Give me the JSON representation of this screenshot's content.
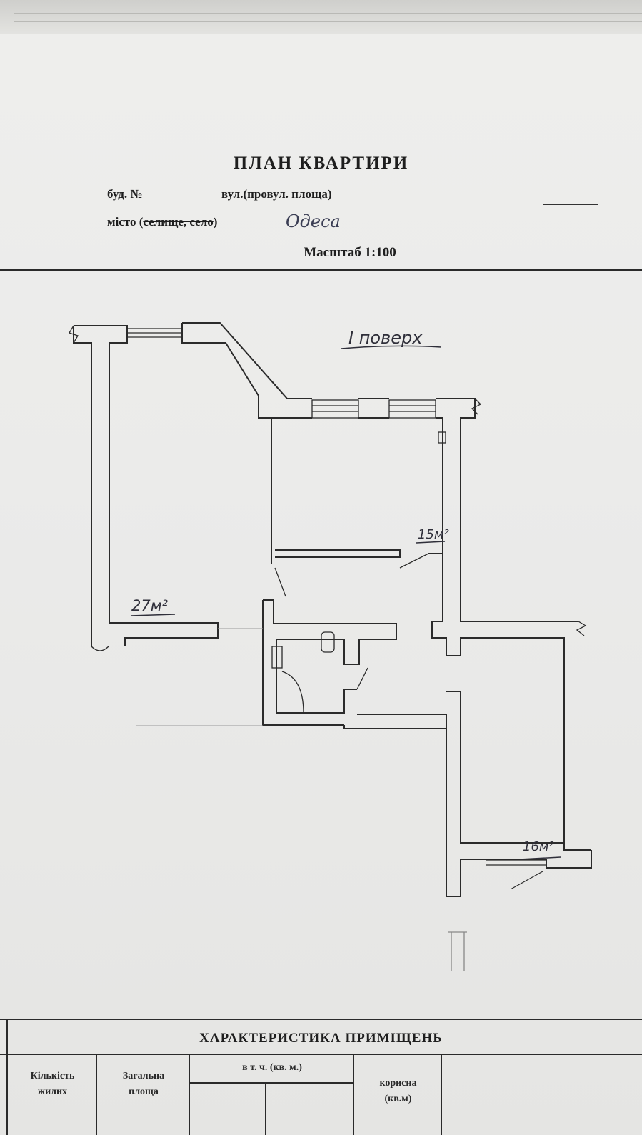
{
  "document": {
    "title": "ПЛАН КВАРТИРИ",
    "building_label": "буд. №",
    "street_label_prefix": "вул.(",
    "street_label_strike": "провул. площа",
    "street_label_suffix": ")",
    "city_label_prefix": "місто (",
    "city_label_strike": "селище, село",
    "city_label_suffix": ")",
    "city_value": "Одеса",
    "scale": "Масштаб   1:100"
  },
  "plan": {
    "floor_label": "I поверх",
    "rooms": [
      {
        "label": "27м²",
        "area": 27
      },
      {
        "label": "15м²",
        "area": 15
      },
      {
        "label": "16м²",
        "area": 16
      }
    ]
  },
  "table": {
    "title": "ХАРАКТЕРИСТИКА ПРИМІЩЕНЬ",
    "columns": [
      {
        "line1": "Кількість",
        "line2": "жилих"
      },
      {
        "line1": "Загальна",
        "line2": "площа"
      },
      {
        "line1": "в т. ч. (кв. м.)",
        "line2": ""
      },
      {
        "line1": "корисна",
        "line2": "(кв.м)"
      }
    ]
  },
  "colors": {
    "paper": "#ebebea",
    "ink": "#1e1e1e",
    "handwriting": "#3b3e54"
  }
}
